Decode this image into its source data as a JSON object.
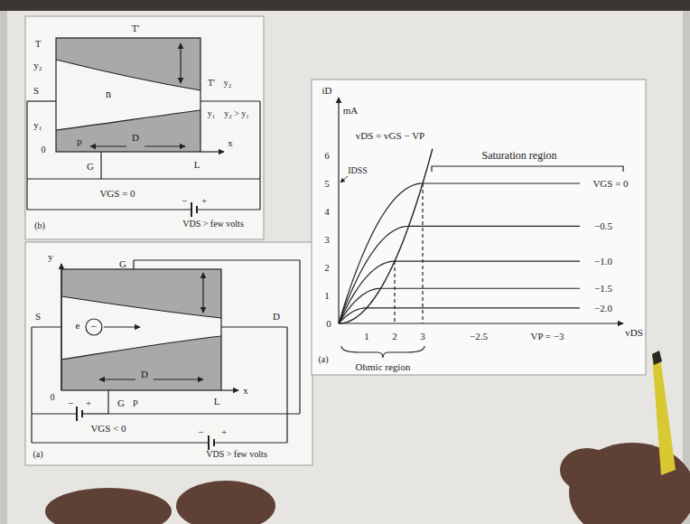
{
  "diagram": {
    "labels": [
      "T'",
      "T",
      "y₂",
      "S",
      "y₁",
      "0",
      "n",
      "D",
      "T'",
      "y₂",
      "y₁",
      "y₂ > y₁",
      "x",
      "G",
      "p",
      "L",
      "VGS = 0",
      "−",
      "+",
      "VDS > few volts",
      "(b)",
      "y",
      "G",
      "S",
      "e",
      "−",
      "D",
      "D",
      "0",
      "p",
      "L",
      "x",
      "G",
      "−",
      "+",
      "VGS < 0",
      "−",
      "+",
      "VDS > few volts",
      "(a)",
      "iD",
      "mA",
      "6",
      "5",
      "4",
      "3",
      "2",
      "1",
      "0",
      "vDS = vGS − VP",
      "Saturation region",
      "IDSS",
      "VGS = 0",
      "−0.5",
      "−1.0",
      "−1.5",
      "−2.0",
      "1",
      "2",
      "3",
      "−2.5",
      "VP = −3",
      "vDS",
      "(a)",
      "Ohmic region"
    ]
  }
}
